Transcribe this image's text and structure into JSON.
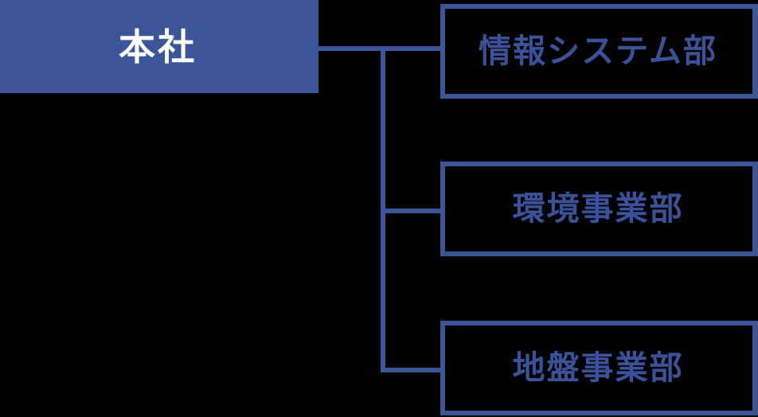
{
  "diagram": {
    "type": "organization-chart",
    "title": "",
    "background_color": "#000000",
    "accent_color": "#3b5599",
    "text_color_on_fill": "#ffffff",
    "text_color_outline": "#3b5298",
    "root": {
      "label": "本社",
      "style": "filled"
    },
    "children": [
      {
        "label": "情報システム部",
        "style": "outlined"
      },
      {
        "label": "環境事業部",
        "style": "outlined"
      },
      {
        "label": "地盤事業部",
        "style": "outlined"
      }
    ]
  }
}
